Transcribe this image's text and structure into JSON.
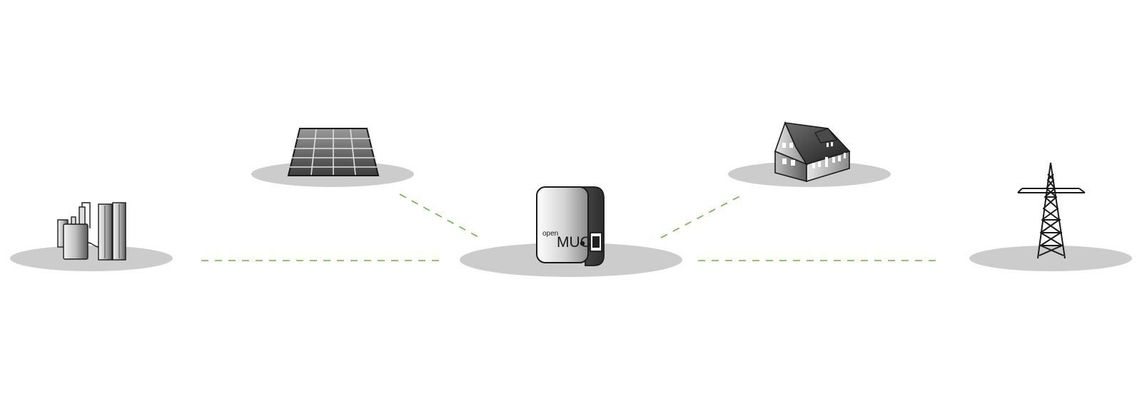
{
  "device": {
    "brand_prefix": "open",
    "brand_main": "MUC"
  },
  "nodes": [
    {
      "id": "chp-plant",
      "icon": "chp-plant-icon"
    },
    {
      "id": "solar-panel",
      "icon": "solar-panel-icon"
    },
    {
      "id": "openmuc-gateway",
      "icon": "gateway-device-icon"
    },
    {
      "id": "house",
      "icon": "house-icon"
    },
    {
      "id": "power-pylon",
      "icon": "power-pylon-icon"
    }
  ],
  "connections": [
    {
      "from": "chp-plant",
      "to": "openmuc-gateway"
    },
    {
      "from": "solar-panel",
      "to": "openmuc-gateway"
    },
    {
      "from": "openmuc-gateway",
      "to": "house"
    },
    {
      "from": "openmuc-gateway",
      "to": "power-pylon"
    }
  ],
  "colors": {
    "connector": "#6db33f",
    "platform": "#cccccc",
    "icon_outline": "#1a1a1a"
  }
}
